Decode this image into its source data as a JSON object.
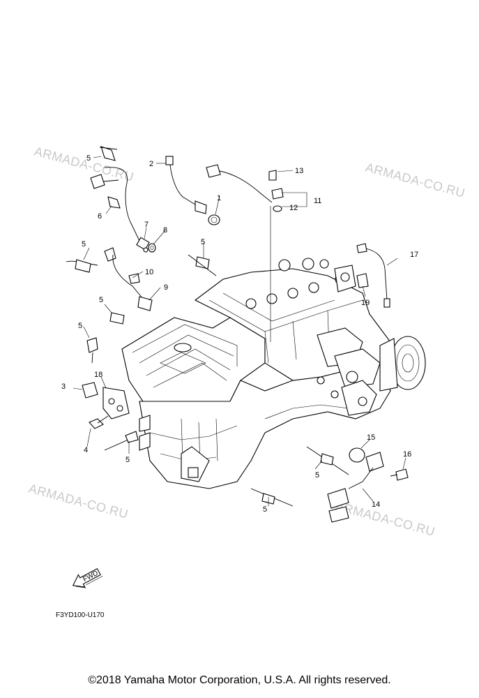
{
  "watermark": "ARMADA-CO.RU",
  "diagram_code": "F3YD100-U170",
  "fwd_label": "FWD",
  "copyright": "©2018 Yamaha Motor Corporation, U.S.A. All rights reserved.",
  "callouts": [
    "1",
    "2",
    "3",
    "4",
    "5",
    "6",
    "7",
    "8",
    "9",
    "10",
    "11",
    "12",
    "13",
    "14",
    "15",
    "16",
    "17",
    "18",
    "19"
  ]
}
